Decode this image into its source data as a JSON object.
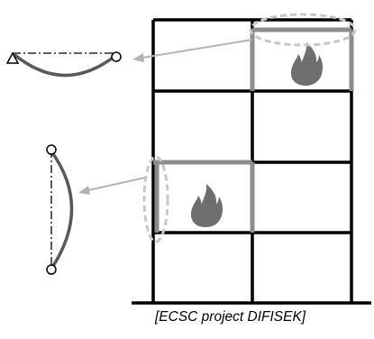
{
  "caption": "[ECSC project DIFISEK]",
  "colors": {
    "frame": "#000000",
    "heated_member": "#8c8c8c",
    "flame": "#6e6e6e",
    "arrow": "#b3b3b3",
    "dashed_ellipse": "#c8c8c8",
    "deflected_member": "#595959"
  },
  "icons": [
    "flame-icon",
    "pin-support-icon",
    "roller-support-icon"
  ],
  "fire_compartments": [
    "top-right",
    "middle-left"
  ]
}
